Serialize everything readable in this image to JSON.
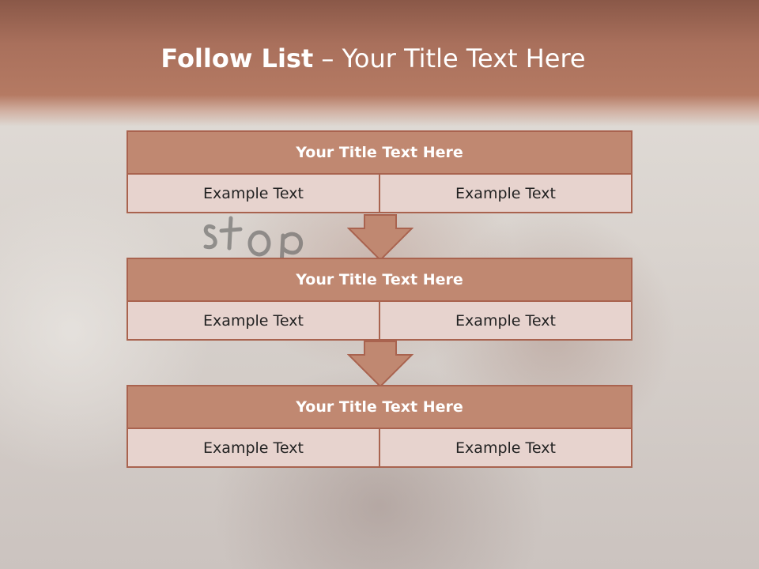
{
  "title": {
    "strong": "Follow List",
    "rest": " – Your Title Text Here"
  },
  "blocks": [
    {
      "title": "Your Title Text Here",
      "left": "Example Text",
      "right": "Example Text"
    },
    {
      "title": "Your Title Text Here",
      "left": "Example Text",
      "right": "Example Text"
    },
    {
      "title": "Your Title Text Here",
      "left": "Example Text",
      "right": "Example Text"
    }
  ],
  "colors": {
    "header_band": "#b57a63",
    "block_header": "#c08871",
    "block_cell": "#e7d3ce",
    "border": "#a9634f"
  },
  "icons": [
    "down-arrow-icon"
  ]
}
